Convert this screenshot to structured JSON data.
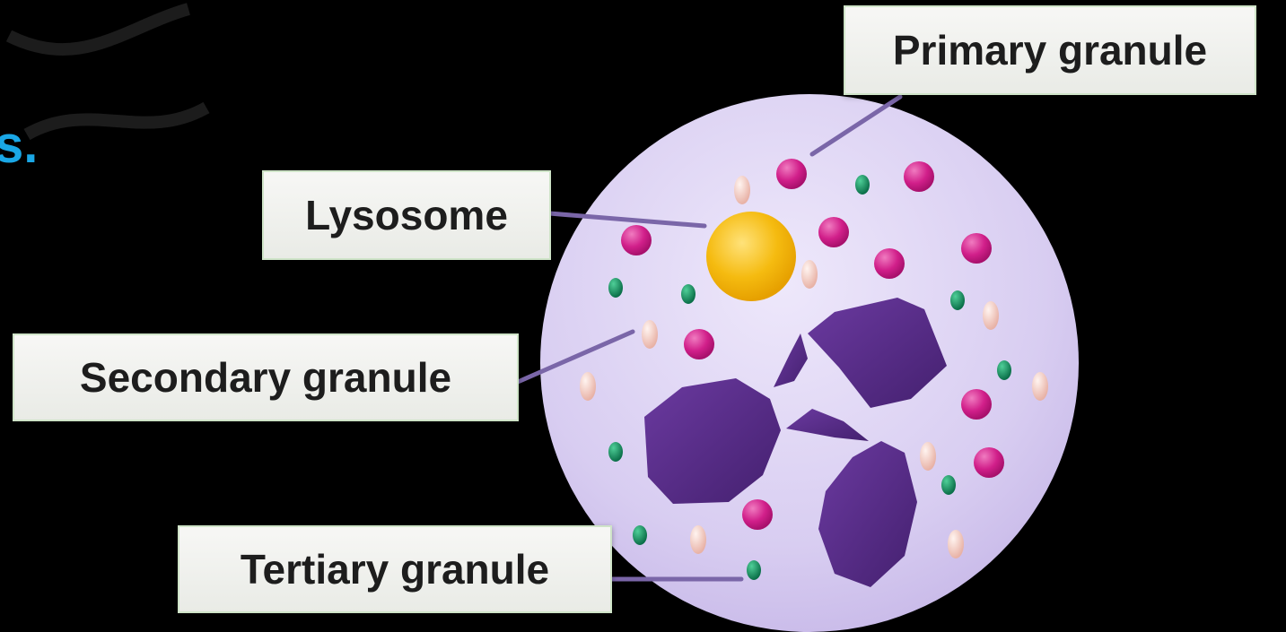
{
  "slide": {
    "title_fragment": "s."
  },
  "labels": {
    "primary_granule": "Primary granule",
    "lysosome": "Lysosome",
    "secondary_granule": "Secondary granule",
    "tertiary_granule": "Tertiary granule"
  },
  "colors": {
    "background": "#000000",
    "cell_fill": "#dcd2f3",
    "nucleus": "#5b2d8e",
    "primary_granule": "#d11f8a",
    "secondary_granule": "#f4c6bc",
    "tertiary_granule": "#0f8a5c",
    "lysosome": "#f7c21c",
    "leader_line": "#7a66a8",
    "label_fill": "#eeefec"
  }
}
